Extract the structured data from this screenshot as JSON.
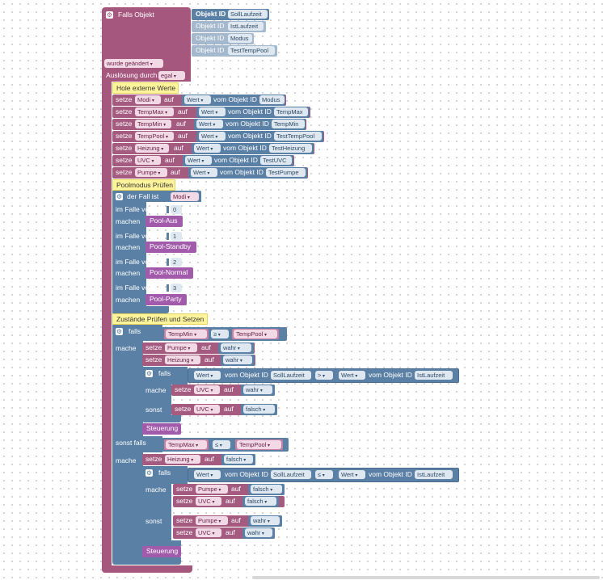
{
  "trigger": {
    "title": "Falls Objekt",
    "object_id_label": "Objekt ID",
    "object_ids": [
      "SollLaufzeit",
      "IstLaufzeit",
      "Modus",
      "TestTempPool"
    ],
    "changed": "wurde geändert",
    "trigger_by_label": "Auslösung durch",
    "trigger_by_value": "egal"
  },
  "labels": {
    "set": "setze",
    "to": "auf",
    "value": "Wert",
    "from_object_id": "vom Objekt ID",
    "switch": "der Fall ist",
    "case_of": "im Falle von",
    "do_case": "machen",
    "if": "falls",
    "do": "mache",
    "else": "sonst",
    "else_if": "sonst falls"
  },
  "comments": [
    "Hole externe Werte",
    "Poolmodus Prüfen",
    "Zustände Prüfen und Setzen"
  ],
  "fetch": [
    {
      "var": "Modi",
      "obj": "Modus"
    },
    {
      "var": "TempMax",
      "obj": "TempMax"
    },
    {
      "var": "TempMin",
      "obj": "TempMin"
    },
    {
      "var": "TempPool",
      "obj": "TestTempPool"
    },
    {
      "var": "Heizung",
      "obj": "TestHeizung"
    },
    {
      "var": "UVC",
      "obj": "TestUVC"
    },
    {
      "var": "Pumpe",
      "obj": "TestPumpe"
    }
  ],
  "switch_var": "Modi",
  "cases": [
    {
      "value": "0",
      "proc": "Pool-Aus"
    },
    {
      "value": "1",
      "proc": "Pool-Standby"
    },
    {
      "value": "2",
      "proc": "Pool-Normal"
    },
    {
      "value": "3",
      "proc": "Pool-Party"
    }
  ],
  "cond1": {
    "left": "TempMin",
    "op": "≥",
    "right": "TempPool"
  },
  "sets1": [
    {
      "var": "Pumpe",
      "val": "wahr"
    },
    {
      "var": "Heizung",
      "val": "wahr"
    }
  ],
  "inner1": {
    "left_obj": "SollLaufzeit",
    "op": ">",
    "right_obj": "IstLaufzeit",
    "then_var": "UVC",
    "then_val": "wahr",
    "else_var": "UVC",
    "else_val": "falsch"
  },
  "proc_steuerung": "Steuerung",
  "cond2": {
    "left": "TempMax",
    "op": "≤",
    "right": "TempPool"
  },
  "sets2": [
    {
      "var": "Heizung",
      "val": "falsch"
    }
  ],
  "inner2": {
    "left_obj": "SollLaufzeit",
    "op": "≤",
    "right_obj": "IstLaufzeit",
    "then": [
      {
        "var": "Pumpe",
        "val": "falsch"
      },
      {
        "var": "UVC",
        "val": "falsch"
      }
    ],
    "else": [
      {
        "var": "Pumpe",
        "val": "wahr"
      },
      {
        "var": "UVC",
        "val": "wahr"
      }
    ]
  },
  "colors": {
    "event": "#a5577e",
    "variables": "#a55b80",
    "logic": "#5b80a5",
    "procedures": "#a25bab",
    "comment": "#fef49c"
  }
}
